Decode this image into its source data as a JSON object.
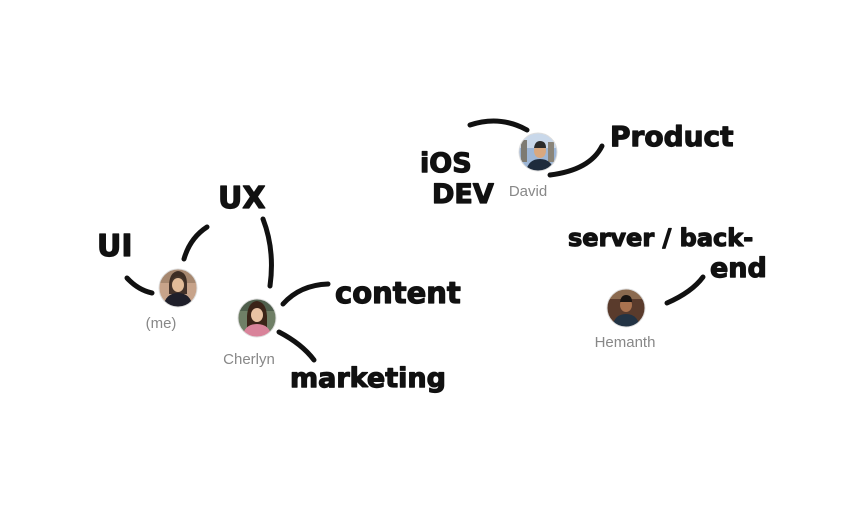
{
  "people": [
    {
      "name": "(me)",
      "avatar": "person-avatar",
      "skills": [
        "UI",
        "UX"
      ]
    },
    {
      "name": "Cherlyn",
      "avatar": "person-avatar",
      "skills": [
        "UX",
        "content",
        "marketing"
      ]
    },
    {
      "name": "David",
      "avatar": "person-avatar",
      "skills": [
        "iOS DEV",
        "Product"
      ]
    },
    {
      "name": "Hemanth",
      "avatar": "person-avatar",
      "skills": [
        "server / back-end"
      ]
    }
  ],
  "skill_labels": {
    "ui": "UI",
    "ux": "UX",
    "content": "content",
    "marketing": "marketing",
    "ios_line1": "iOS",
    "ios_line2": "DEV",
    "product": "Product",
    "server_line1": "server / back-",
    "server_line2": "end"
  },
  "colors": {
    "ink": "#111111",
    "name_gray": "#888888",
    "background": "#ffffff"
  }
}
